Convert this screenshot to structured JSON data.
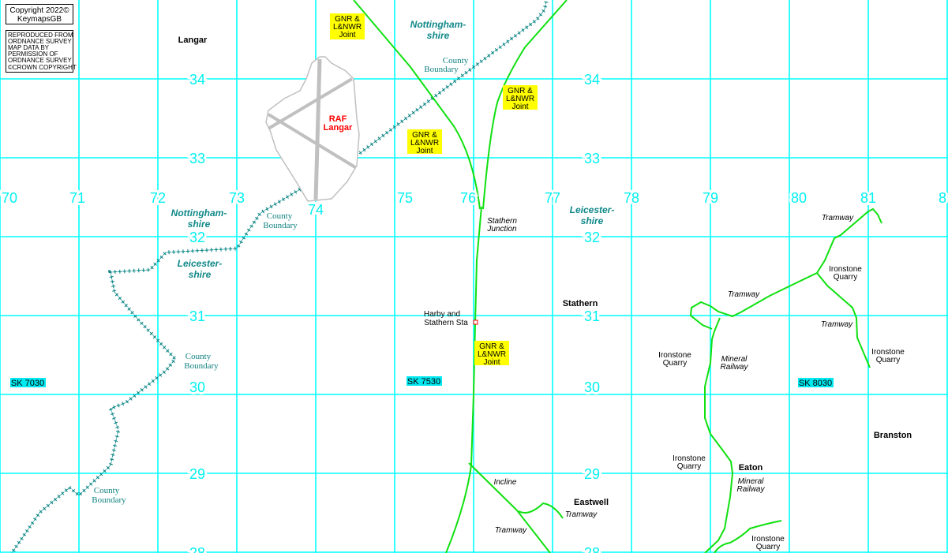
{
  "copyright": {
    "line1": "Copyright 2022©",
    "line2": "KeymapsGB",
    "os": [
      "REPRODUCED FROM",
      "ORDNANCE SURVEY",
      "MAP DATA BY",
      "PERMISSION OF",
      "ORDNANCE SURVEY",
      "©CROWN COPYRIGHT"
    ]
  },
  "grid": {
    "eastings": [
      "70",
      "71",
      "72",
      "73",
      "74",
      "75",
      "76",
      "77",
      "78",
      "79",
      "80",
      "81",
      "8"
    ],
    "northings": [
      "34",
      "33",
      "32",
      "31",
      "30",
      "29",
      "28"
    ]
  },
  "sheet_labels": [
    "SK 7030",
    "SK 7530",
    "SK 8030"
  ],
  "places": {
    "langar": "Langar",
    "stathern": "Stathern",
    "eastwell": "Eastwell",
    "eaton": "Eaton",
    "branston": "Branston"
  },
  "airfield": [
    "RAF",
    "Langar"
  ],
  "joint": [
    "GNR &",
    "L&NWR",
    "Joint"
  ],
  "counties": {
    "notts": [
      "Nottingham-",
      "shire"
    ],
    "leics": [
      "Leicester-",
      "shire"
    ]
  },
  "county_boundary": [
    "County",
    "Boundary"
  ],
  "station": [
    "Harby and",
    "Stathern Sta"
  ],
  "junction": [
    "Stathern",
    "Junction"
  ],
  "quarry": [
    "Ironstone",
    "Quarry"
  ],
  "tramway": "Tramway",
  "incline": "Incline",
  "mineral": [
    "Mineral",
    "Railway"
  ],
  "colors": {
    "grid": "#00ffff",
    "railway": "#11e011",
    "boundary": "#008080",
    "joint_bg": "#ffff00",
    "raf": "#ff0000"
  }
}
